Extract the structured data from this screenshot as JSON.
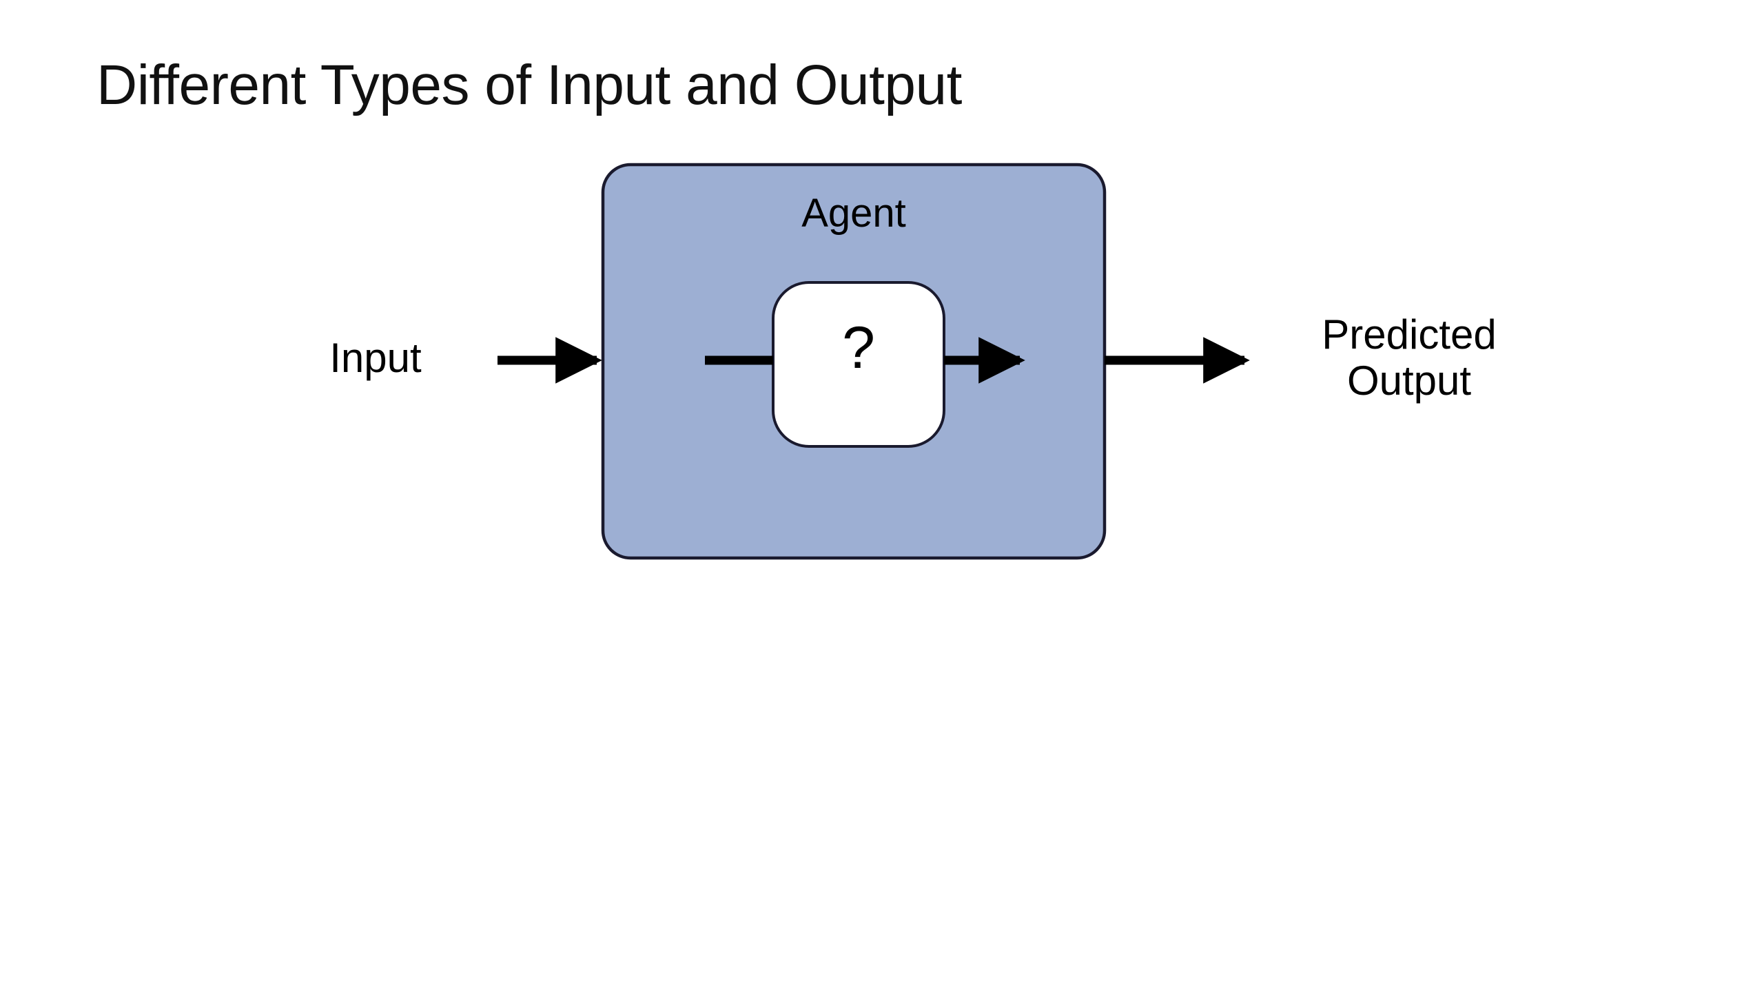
{
  "slide": {
    "title": "Different Types of Input and Output",
    "background_color": "#FFFFFF"
  },
  "diagram": {
    "type": "flow",
    "agent_box": {
      "label": "Agent",
      "fill_color": "#9DAFD3",
      "stroke_color": "#1A1A2E"
    },
    "model_box": {
      "label": "?",
      "fill_color": "#FFFFFF",
      "stroke_color": "#1A1A2E"
    },
    "input": {
      "label": "Input"
    },
    "output": {
      "label_line1": "Predicted",
      "label_line2": "Output"
    },
    "arrows": {
      "input_to_agent": "arrow-right-icon",
      "agent_to_model": "line-right-icon",
      "model_to_agent_edge": "arrow-right-icon",
      "agent_to_output": "arrow-right-icon",
      "stroke_color": "#000000"
    }
  }
}
